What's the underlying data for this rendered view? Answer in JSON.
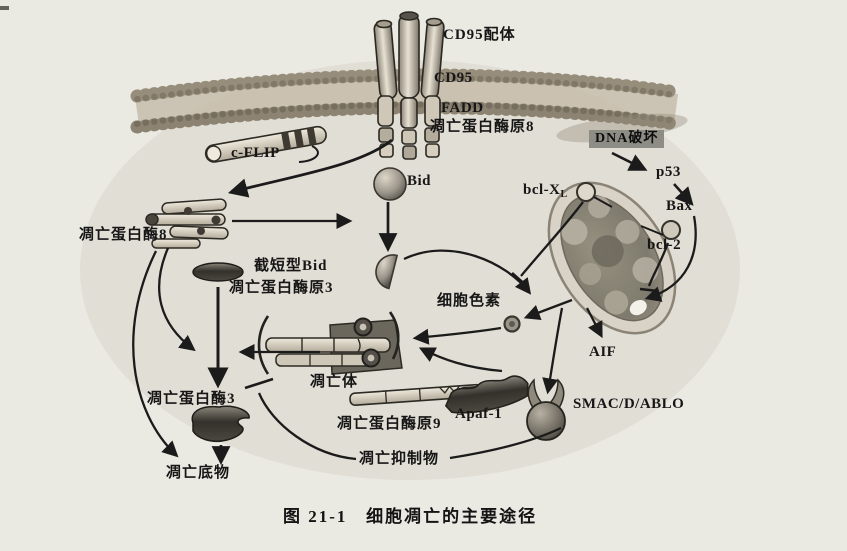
{
  "figure": {
    "caption": "图 21-1   细胞凋亡的主要途径"
  },
  "labels": {
    "cd95_ligand": "CD95配体",
    "cd95": "CD95",
    "fadd": "FADD",
    "procaspase8": "凋亡蛋白酶原8",
    "c_flip": "c-FLIP",
    "dna_damage": "DNA破坏",
    "p53": "p53",
    "bax": "Bax",
    "bcl_xl_main": "bcl-X",
    "bcl_xl_sub": "L",
    "bcl_2": "bcl-2",
    "bid": "Bid",
    "caspase8": "凋亡蛋白酶8",
    "truncated_bid": "截短型Bid",
    "procaspase3": "凋亡蛋白酶原3",
    "cytochrome_c": "细胞色素",
    "aif": "AIF",
    "apoptosome": "凋亡体",
    "procaspase9": "凋亡蛋白酶原9",
    "apaf1": "Apaf-1",
    "smac": "SMAC/D/ABLO",
    "caspase3": "凋亡蛋白酶3",
    "inhibitor": "凋亡抑制物",
    "substrate": "凋亡底物"
  },
  "colors": {
    "page_bg": "#eae9e2",
    "ink": "#1c1c1c",
    "dna_box_bg": "#8d8d86",
    "membrane_bead": "#9c9280"
  }
}
